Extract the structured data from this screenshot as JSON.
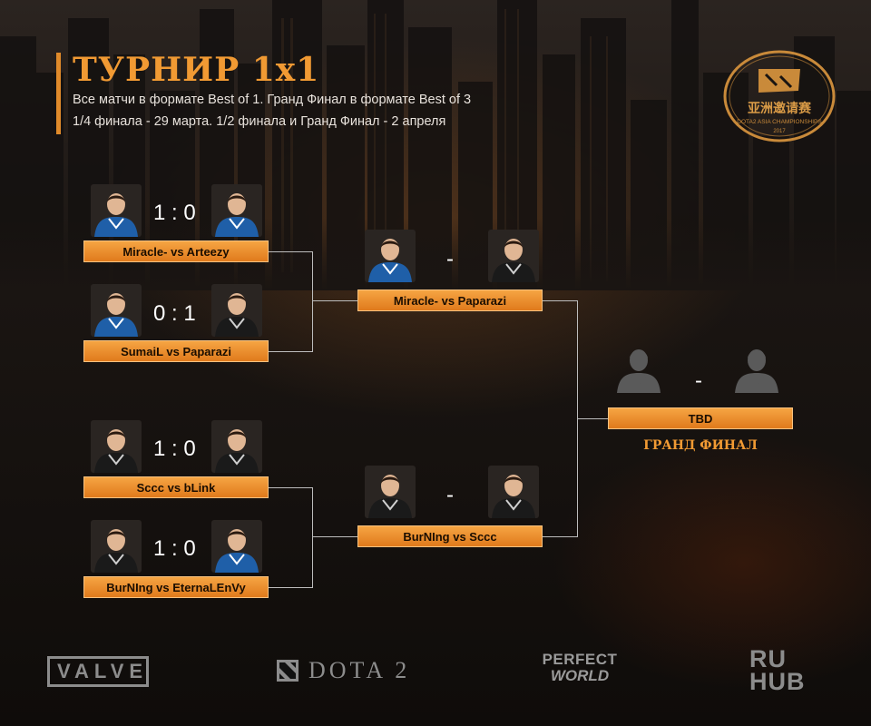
{
  "header": {
    "title": "ТУРНИР 1x1",
    "subtitle_line1": "Все матчи в формате Best of 1. Гранд Финал в формате Best of 3",
    "subtitle_line2": "1/4 финала - 29 марта. 1/2 финала и Гранд Финал - 2 апреля"
  },
  "logo": {
    "icon": "dota2-asia-championship-logo",
    "chinese": "亚洲邀请赛",
    "caption": "DOTA2 ASIA CHAMPIONSHIPS",
    "year": "2017"
  },
  "colors": {
    "accent": "#f19a33",
    "label_bg": "#e88a2c",
    "connector": "#bdbdbd",
    "blue_jersey": "#1f5fa8",
    "black_jersey": "#1a1a1a"
  },
  "quarterfinals": [
    {
      "label": "Miracle- vs Arteezy",
      "score": "1 : 0",
      "left_jersey": "blue",
      "right_jersey": "blue"
    },
    {
      "label": "SumaiL vs Paparazi",
      "score": "0 : 1",
      "left_jersey": "blue",
      "right_jersey": "black"
    },
    {
      "label": "Sccc vs bLink",
      "score": "1 : 0",
      "left_jersey": "black",
      "right_jersey": "black"
    },
    {
      "label": "BurNIng vs EternaLEnVy",
      "score": "1 : 0",
      "left_jersey": "black",
      "right_jersey": "blue"
    }
  ],
  "semifinals": [
    {
      "label": "Miracle- vs Paparazi",
      "score": "-",
      "left_jersey": "blue",
      "right_jersey": "black"
    },
    {
      "label": "BurNIng vs Sccc",
      "score": "-",
      "left_jersey": "black",
      "right_jersey": "black"
    }
  ],
  "final": {
    "label": "TBD",
    "score": "-",
    "title": "ГРАНД ФИНАЛ",
    "players": "silhouette"
  },
  "sponsors": {
    "valve": "VALVE",
    "dota": "DOTA 2",
    "perfect_world_1": "PERFECT",
    "perfect_world_2": "WORLD",
    "ruhub_1": "RU",
    "ruhub_2": "HUB"
  }
}
